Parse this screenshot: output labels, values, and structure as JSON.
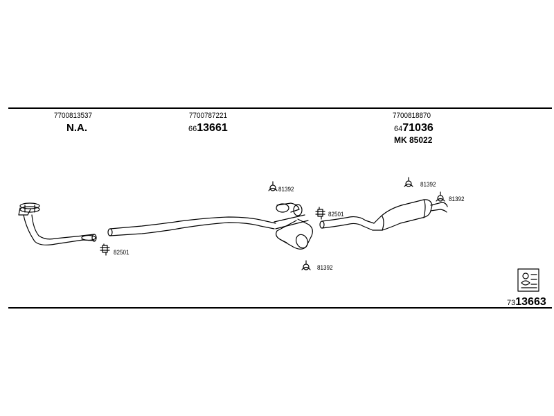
{
  "columns": [
    {
      "ref": "7700813537",
      "value": "N.A."
    },
    {
      "ref": "7700787221",
      "prefix": "66",
      "value": "13661"
    },
    {
      "ref": "7700818870",
      "prefix": "64",
      "value": "71036",
      "extra": "MK  85022"
    }
  ],
  "callouts": {
    "front_clamp": "82501",
    "mid_clamp": "82501",
    "hanger_center_top": "81392",
    "hanger_center_bottom": "81392",
    "hanger_rear_left": "81392",
    "hanger_rear_right": "81392"
  },
  "footer_code": {
    "prefix": "73",
    "value": "13663"
  }
}
